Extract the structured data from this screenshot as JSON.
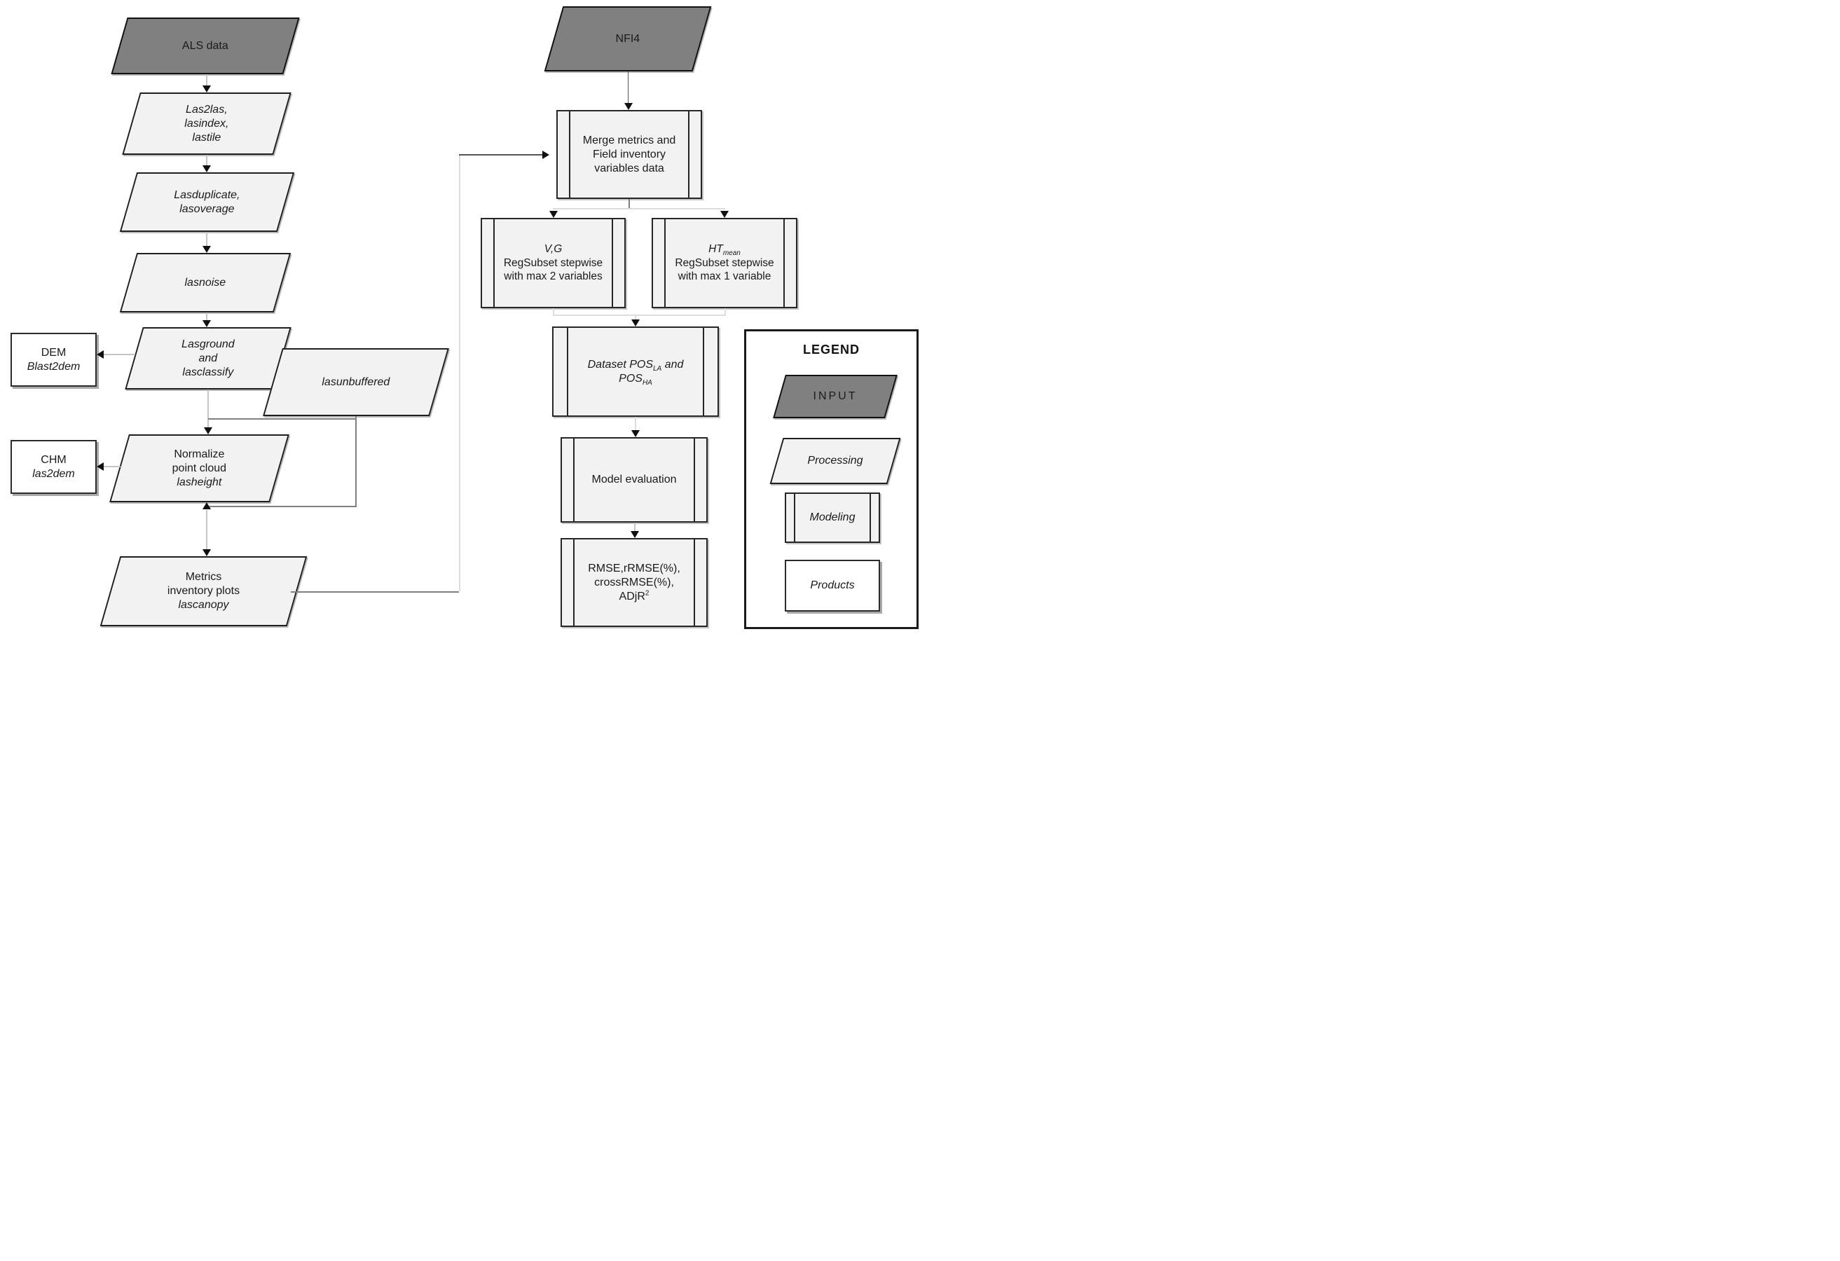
{
  "nodes": {
    "als": {
      "label": "ALS data"
    },
    "las_prep": {
      "line1": "Las2las,",
      "line2": "lasindex,",
      "line3": "lastile"
    },
    "las_dup": {
      "line1": "Lasduplicate,",
      "line2": "lasoverage"
    },
    "lasnoise": {
      "label": "lasnoise"
    },
    "lasground": {
      "line1": "Lasground",
      "line2": "and",
      "line3": "lasclassify"
    },
    "dem": {
      "line1": "DEM",
      "line2": "Blast2dem"
    },
    "lasunbuffered": {
      "label": "lasunbuffered"
    },
    "chm": {
      "line1": "CHM",
      "line2": "las2dem"
    },
    "normalize": {
      "line1": "Normalize",
      "line2": "point cloud",
      "line3": "lasheight"
    },
    "metrics": {
      "line1": "Metrics",
      "line2": "inventory plots",
      "line3": "lascanopy"
    },
    "nfi4": {
      "label": "NFI4"
    },
    "merge": {
      "line1": "Merge metrics and",
      "line2": "Field inventory",
      "line3": "variables data"
    },
    "vg": {
      "line1": "V,G",
      "line2": "RegSubset stepwise",
      "line3": "with max 2 variables"
    },
    "ht": {
      "line1_main": "HT",
      "line1_sub": "mean",
      "line2": "RegSubset stepwise",
      "line3": "with max 1 variable"
    },
    "dataset": {
      "l1a": "Dataset POS",
      "l1sub": "LA",
      "l1b": " and",
      "l2a": "POS",
      "l2sub": "HA"
    },
    "model_eval": {
      "label": "Model evaluation"
    },
    "rmse": {
      "line1": "RMSE,rRMSE(%),",
      "line2": "crossRMSE(%),",
      "line3a": "ADjR",
      "line3sup": "2"
    }
  },
  "legend": {
    "title": "LEGEND",
    "input": "INPUT",
    "processing": "Processing",
    "modeling": "Modeling",
    "products": "Products"
  },
  "colors": {
    "input_fill": "#808080",
    "processing_fill": "#f2f2f2",
    "modeling_fill": "#f2f2f2",
    "product_fill": "#ffffff",
    "outline": "#1a1a1a",
    "connector_light": "#c4c4c4",
    "connector_mid": "#7f7f7f"
  }
}
